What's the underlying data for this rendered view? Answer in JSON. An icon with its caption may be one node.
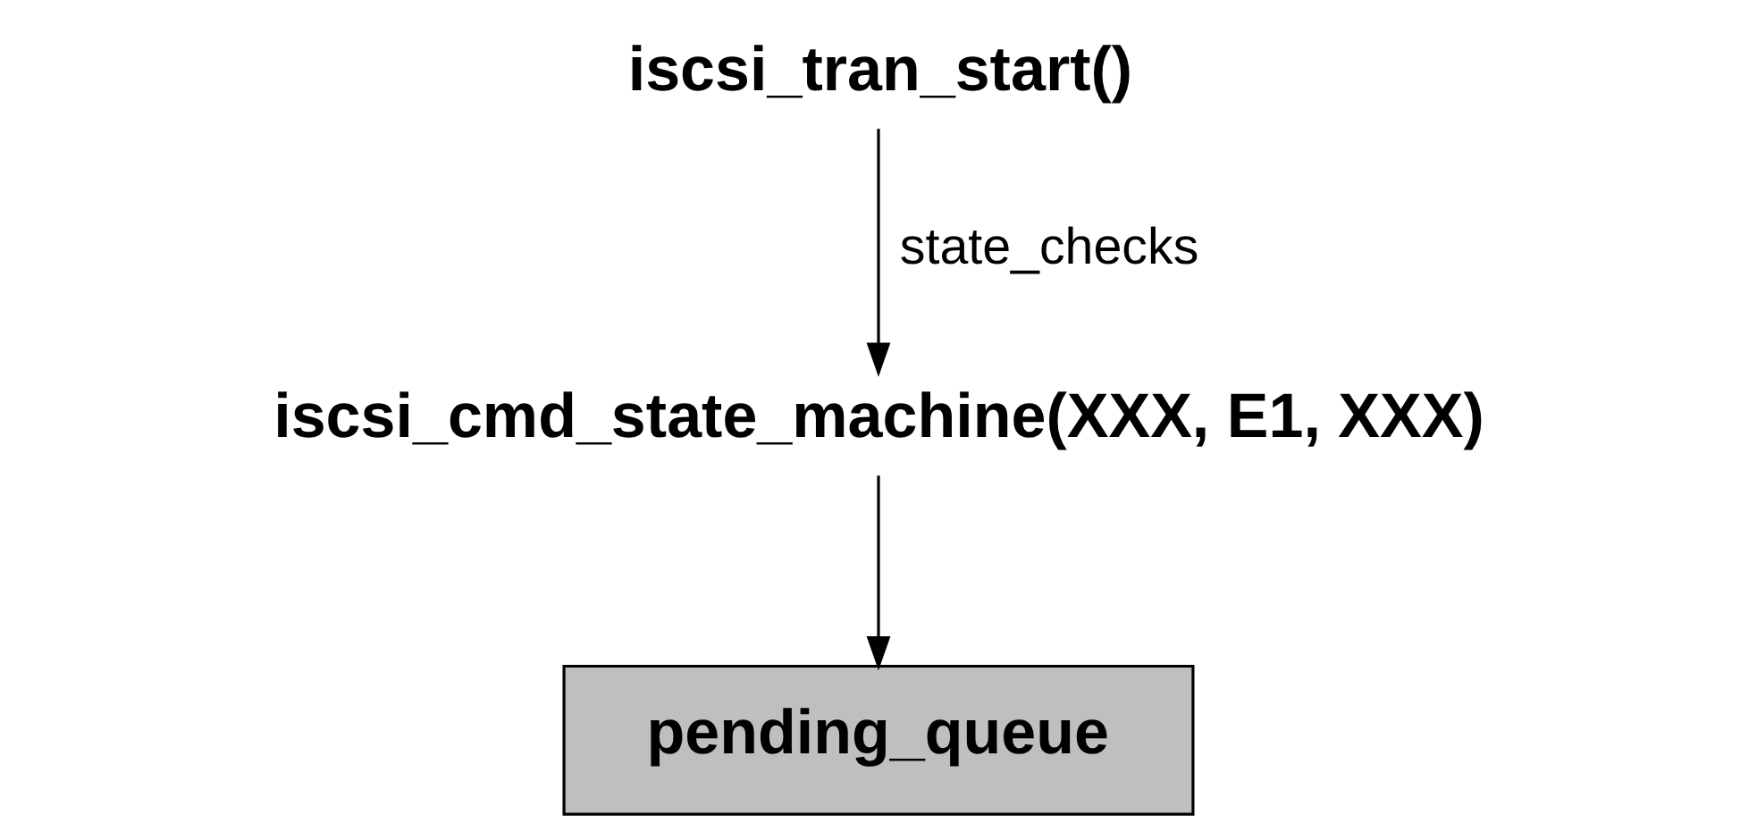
{
  "diagram": {
    "nodes": [
      {
        "text": [
          "iscsi_tran_start()"
        ]
      },
      {
        "text": [
          "iscsi_cmd_state_machine(XXX, E1, XXX)"
        ]
      },
      {
        "text": [
          "pending_queue"
        ]
      }
    ],
    "edges": [
      {
        "from": 0,
        "to": 1,
        "arrow": "to",
        "label": "state_checks"
      },
      {
        "from": 1,
        "to": 2,
        "arrow": "to"
      }
    ]
  }
}
